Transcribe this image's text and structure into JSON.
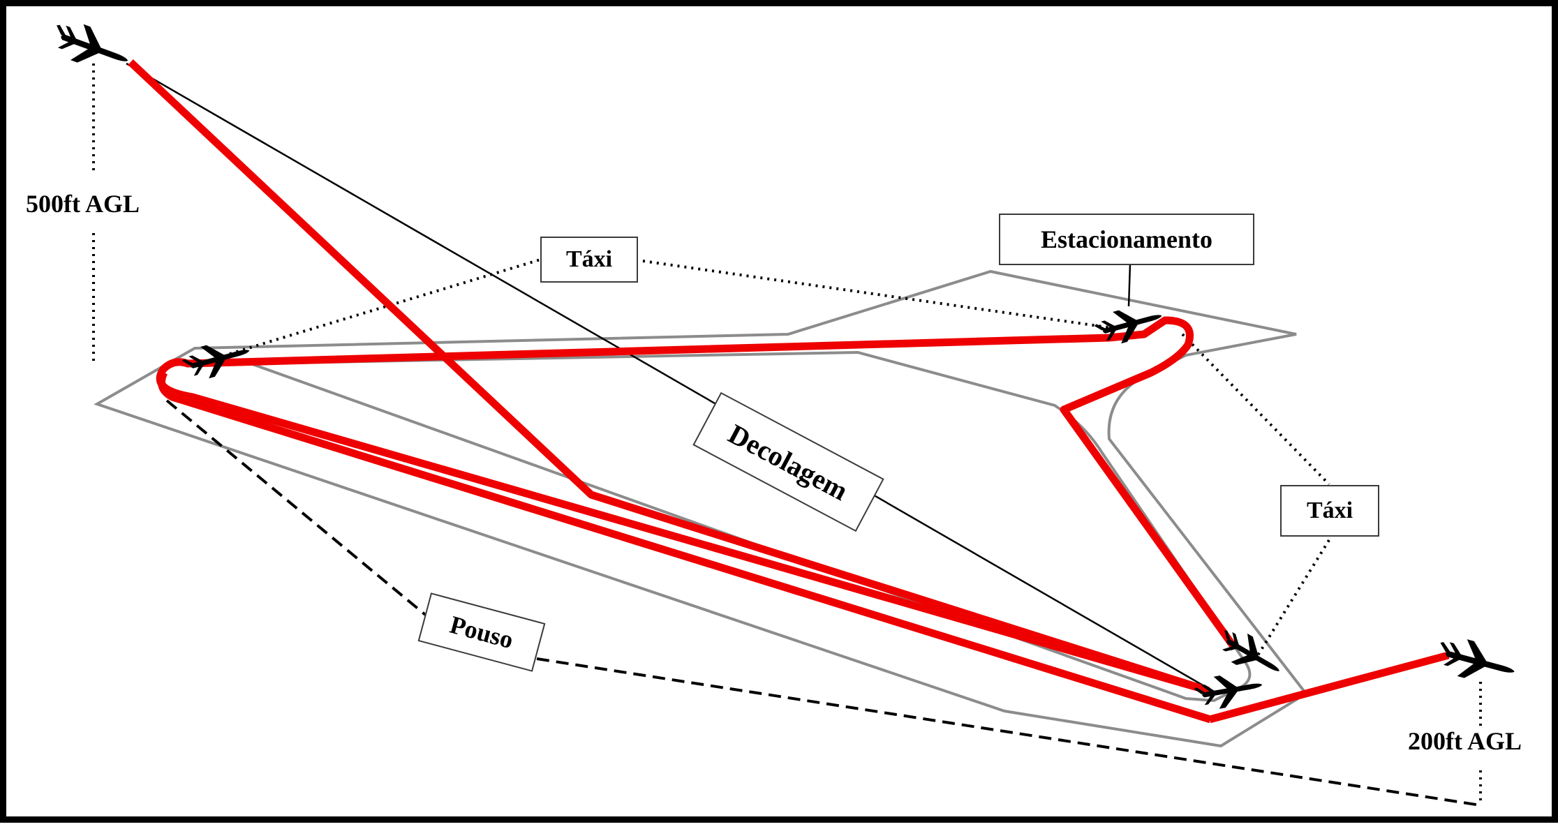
{
  "labels": {
    "taxi_left": "Táxi",
    "parking": "Estacionamento",
    "takeoff": "Decolagem",
    "taxi_right": "Táxi",
    "landing": "Pouso",
    "alt_500": "500ft AGL",
    "alt_200": "200ft AGL"
  },
  "colors": {
    "flight_path": "#ee0000",
    "pavement_outline": "#8c8c8c",
    "guide_lines": "#000000",
    "frame": "#000000"
  },
  "icons": [
    "airplane-icon"
  ]
}
